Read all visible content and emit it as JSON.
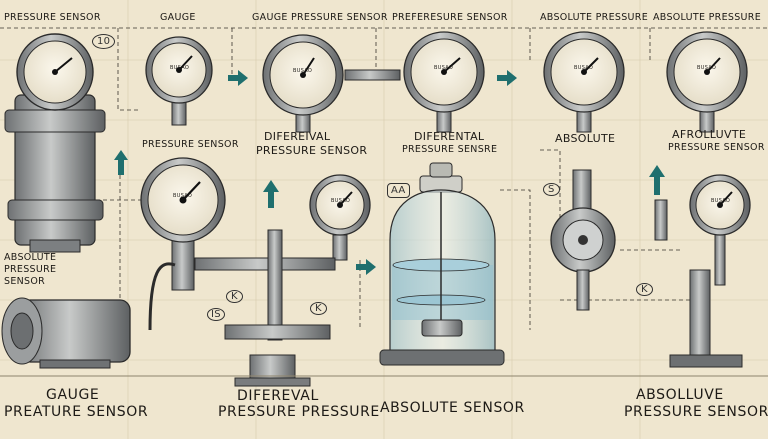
{
  "top_labels": {
    "pressure_sensor": "PRESSURE SENSOR",
    "gauge": "GAUGE",
    "gauge_pressure_sensor": "GAUGE PRESSURE SENSOR",
    "preferesure_sensor": "PREFERESURE SENSOR",
    "absolute_pressure": "ABSOLUTE PRESSURE",
    "absolute_pressure_2": "ABSOLUTE PRESSURE"
  },
  "mid_labels": {
    "pressure_sensor": "PRESSURE SENSOR",
    "difereival": "DIFEREIVAL",
    "pressure_sensor_2": "PRESSURE SENSOR",
    "diferental": "DIFERENTAL",
    "pressure_sensre": "PRESSURE SENSRE",
    "absolute": "ABSOLUTE",
    "afrolluvte": "AFROLLUVTE",
    "pressure_sensor_3": "PRESSURE SENSOR"
  },
  "left_labels": {
    "absolute": "ABSOLUTE",
    "pressure": "PRESSURE",
    "sensor": "SENSOR"
  },
  "bottom_labels": {
    "gauge": "GAUGE",
    "preature_sensor": "PREATURE SENSOR",
    "difereval": "DIFEREVAL",
    "pressure_pressure": "PRESSURE PRESSURE",
    "absolute_sensor": "ABSOLUTE SENSOR",
    "absolluve": "ABSOLLUVE",
    "pressure_sensor": "PRESSURE SENSOR"
  },
  "markers": {
    "m10": "10",
    "aa": "AA",
    "k": "K",
    "is": "IS",
    "k2": "K",
    "k3": "K",
    "s": "S"
  },
  "gauge_face_text": "BUSAO",
  "colors": {
    "background": "#efe6cf",
    "ink": "#1d1a16",
    "steel": "#8b8d8c",
    "steel_dark": "#55585a",
    "arrow": "#1f6f6e",
    "glass": "#bcd6dc",
    "water": "#8fc0cf"
  }
}
